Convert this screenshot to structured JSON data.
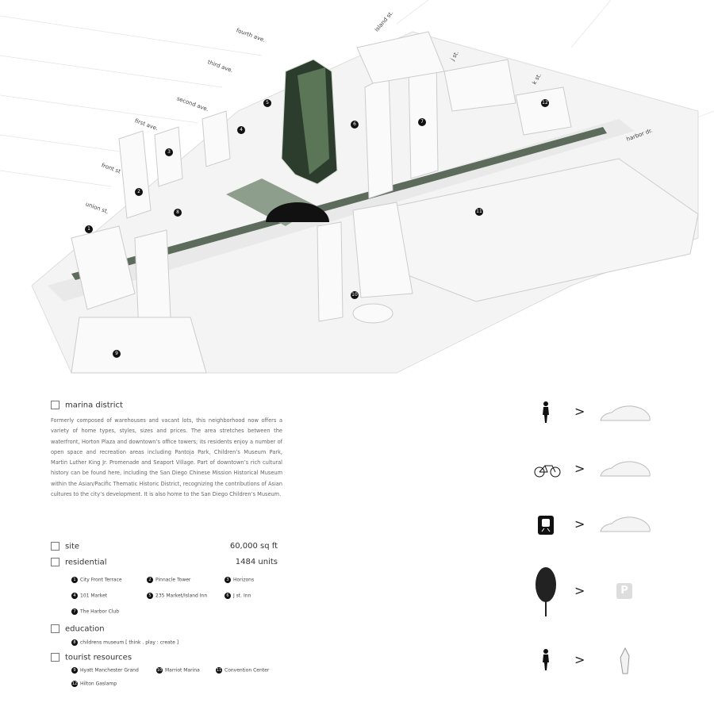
{
  "streets": [
    "fourth ave.",
    "third ave.",
    "second ave.",
    "first ave.",
    "front st",
    "union st.",
    "island st.",
    "j st.",
    "k st.",
    "harbor dr."
  ],
  "map_markers": [
    "1",
    "2",
    "3",
    "4",
    "5",
    "6",
    "7",
    "8",
    "9",
    "10",
    "11",
    "12"
  ],
  "district": {
    "title": "marina district",
    "description": "Formerly composed of warehouses and vacant lots, this neighborhood now offers a variety of home types, styles, sizes and prices. The area stretches between the waterfront, Horton Plaza and downtown’s office towers; its residents enjoy a number of open space and recreation areas including Pantoja Park, Children’s Museum Park, Martin Luther King Jr. Promenade and Seaport Village. Part of downtown’s rich cultural history can be found here, including the San Diego Chinese Mission Historical Museum within the Asian/Pacific Thematic Historic District, recognizing the contributions of Asian cultures to the city’s development. It is also home to the San Diego Children’s Museum."
  },
  "stats": {
    "site": {
      "label": "site",
      "value": "60,000 sq ft"
    },
    "residential": {
      "label": "residential",
      "value": "1484 units"
    }
  },
  "residential_items": [
    {
      "n": "1",
      "name": "City Front Terrace"
    },
    {
      "n": "2",
      "name": "Pinnacle Tower"
    },
    {
      "n": "3",
      "name": "Horizons"
    },
    {
      "n": "4",
      "name": "101 Market"
    },
    {
      "n": "5",
      "name": "235 Market/Island Inn"
    },
    {
      "n": "6",
      "name": "J st. Inn"
    },
    {
      "n": "7",
      "name": "The Harbor Club"
    }
  ],
  "education": {
    "label": "education",
    "items": [
      {
        "n": "8",
        "name": "childrens museum [ think . play : create ]"
      }
    ]
  },
  "tourist": {
    "label": "tourist resources",
    "items": [
      {
        "n": "9",
        "name": "Hyatt Manchester Grand"
      },
      {
        "n": "10",
        "name": "Marriot Marina"
      },
      {
        "n": "11",
        "name": "Convention Center"
      },
      {
        "n": "12",
        "name": "Hilton Gaslamp"
      }
    ]
  },
  "hierarchy": [
    {
      "from": "pedestrian-icon",
      "to": "car-icon",
      "sep": ">"
    },
    {
      "from": "bicycle-icon",
      "to": "car-icon",
      "sep": ">"
    },
    {
      "from": "train-icon",
      "to": "car-icon",
      "sep": ">"
    },
    {
      "from": "tree-icon",
      "to": "parking-icon",
      "sep": ">",
      "to_text": "P"
    },
    {
      "from": "pedestrian-icon",
      "to": "sculpture-icon",
      "sep": ">"
    }
  ],
  "colors": {
    "green": "#5c6b5c",
    "dark": "#1d2a1f",
    "building": "#f2f2f2"
  }
}
